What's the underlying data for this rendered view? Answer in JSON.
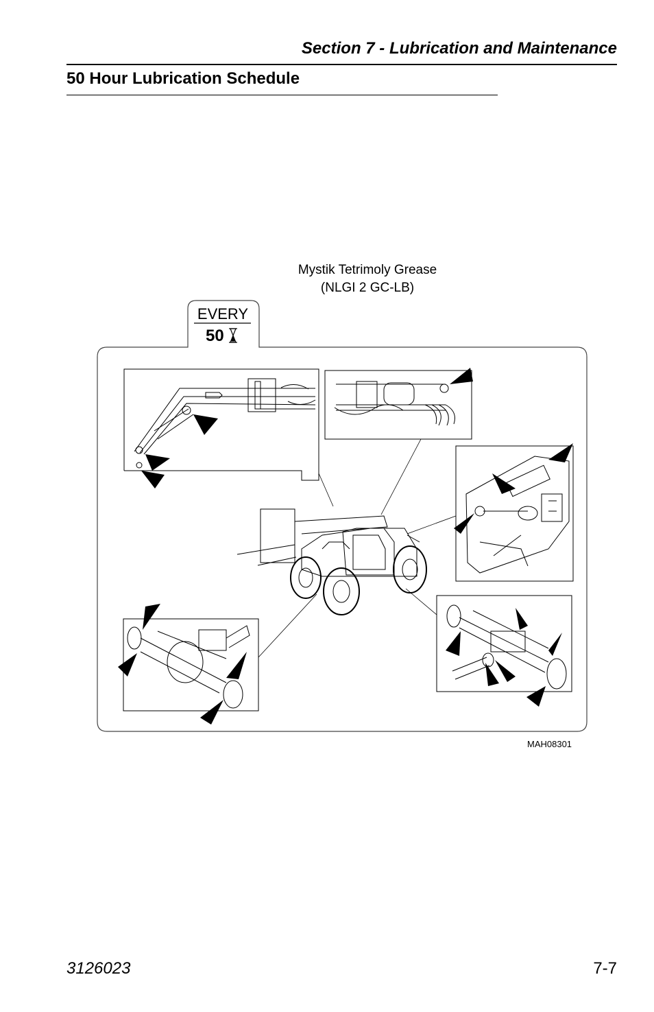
{
  "header": {
    "section_title": "Section 7 - Lubrication and Maintenance",
    "page_heading": "50 Hour Lubrication Schedule"
  },
  "diagram": {
    "grease_line1": "Mystik Tetrimoly Grease",
    "grease_line2": "(NLGI 2 GC-LB)",
    "interval_label": "EVERY",
    "interval_hours": "50",
    "interval_icon": "hourglass-icon",
    "figure_code": "MAH08301"
  },
  "footer": {
    "doc_number": "3126023",
    "page_number": "7-7"
  }
}
